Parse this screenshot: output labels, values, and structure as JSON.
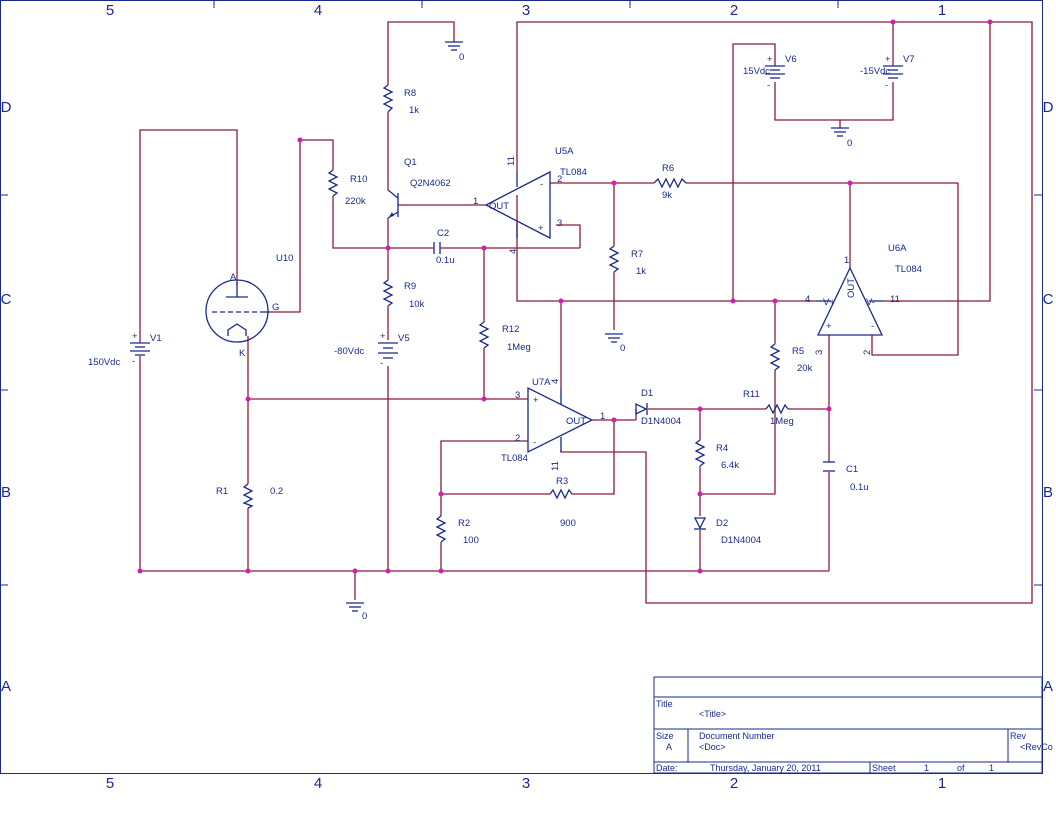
{
  "zones": {
    "cols": [
      "5",
      "4",
      "3",
      "2",
      "1"
    ],
    "rows": [
      "D",
      "C",
      "B",
      "A"
    ]
  },
  "parts": {
    "r8": {
      "ref": "R8",
      "val": "1k"
    },
    "r10": {
      "ref": "R10",
      "val": "220k"
    },
    "q1": {
      "ref": "Q1",
      "val": "Q2N4062"
    },
    "c2": {
      "ref": "C2",
      "val": "0.1u"
    },
    "r9": {
      "ref": "R9",
      "val": "10k"
    },
    "v5": {
      "ref": "V5",
      "val": "-80Vdc"
    },
    "r12": {
      "ref": "R12",
      "val": "1Meg"
    },
    "u10": {
      "ref": "U10",
      "anode": "A",
      "grid": "G",
      "cathode": "K"
    },
    "v1": {
      "ref": "V1",
      "val": "150Vdc"
    },
    "r1": {
      "ref": "R1",
      "val": "0.2"
    },
    "r2": {
      "ref": "R2",
      "val": "100"
    },
    "r3": {
      "ref": "R3",
      "val": "900"
    },
    "u5a": {
      "ref": "U5A",
      "val": "TL084",
      "out": "OUT"
    },
    "u7a": {
      "ref": "U7A",
      "val": "TL084",
      "out": "OUT"
    },
    "u6a": {
      "ref": "U6A",
      "val": "TL084",
      "out": "OUT"
    },
    "r6": {
      "ref": "R6",
      "val": "9k"
    },
    "r7": {
      "ref": "R7",
      "val": "1k"
    },
    "d1": {
      "ref": "D1",
      "val": "D1N4004"
    },
    "d2": {
      "ref": "D2",
      "val": "D1N4004"
    },
    "r4": {
      "ref": "R4",
      "val": "6.4k"
    },
    "r11": {
      "ref": "R11",
      "val": "1Meg"
    },
    "r5": {
      "ref": "R5",
      "val": "20k"
    },
    "c1": {
      "ref": "C1",
      "val": "0.1u"
    },
    "v6": {
      "ref": "V6",
      "val": "15Vdc"
    },
    "v7": {
      "ref": "V7",
      "val": "-15Vdc"
    }
  },
  "pins": {
    "u5a": {
      "vplus": "11",
      "vminus": "4",
      "in_minus": "2",
      "in_plus": "3",
      "out": "1"
    },
    "u7a": {
      "vplus": "4",
      "vminus": "11",
      "in_plus": "3",
      "in_minus": "2",
      "out": "1"
    },
    "u6a": {
      "vplus": "4",
      "vminus": "11",
      "out": "1",
      "in_plus": "3",
      "in_minus": "2"
    }
  },
  "signs": {
    "plus": "+",
    "minus": "-",
    "vplus": "V+",
    "vminus": "V-"
  },
  "ground": "0",
  "title_block": {
    "title_label": "Title",
    "title_value": "<Title>",
    "size_label": "Size",
    "size_value": "A",
    "doc_label": "Document Number",
    "doc_value": "<Doc>",
    "rev_label": "Rev",
    "rev_value": "<RevCo",
    "date_label": "Date:",
    "date_value": "Thursday, January 20, 2011",
    "sheet_label": "Sheet",
    "sheet_num": "1",
    "of_label": "of",
    "sheet_total": "1"
  }
}
